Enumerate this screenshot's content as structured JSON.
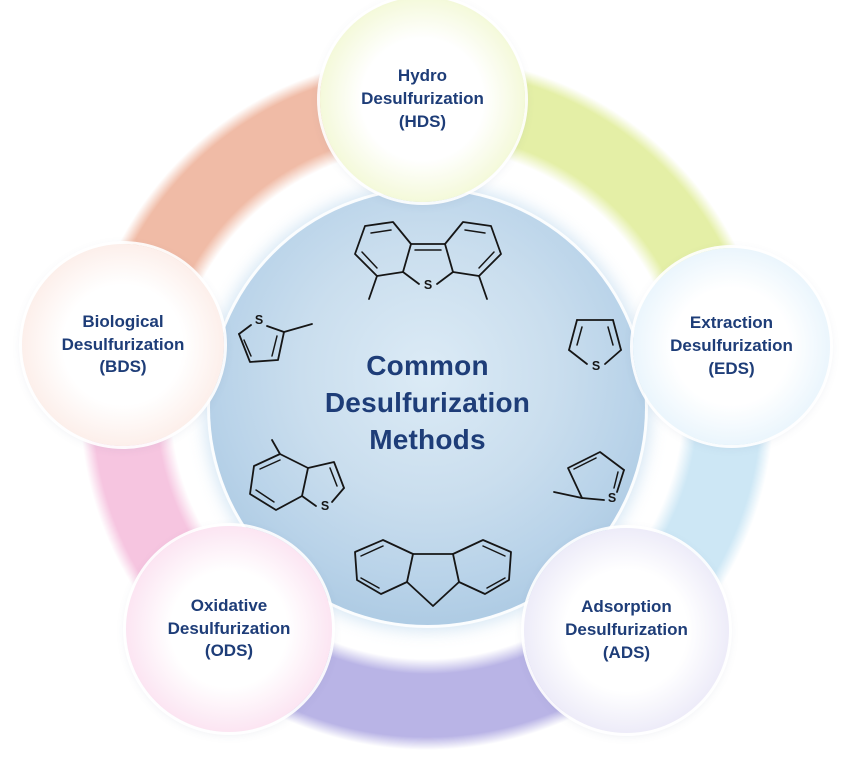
{
  "center": {
    "title": "Common\nDesulfurization\nMethods"
  },
  "methods": [
    {
      "id": "hds",
      "label": "Hydro\nDesulfurization\n(HDS)"
    },
    {
      "id": "eds",
      "label": "Extraction\nDesulfurization\n(EDS)"
    },
    {
      "id": "ads",
      "label": "Adsorption\nDesulfurization\n(ADS)"
    },
    {
      "id": "ods",
      "label": "Oxidative\nDesulfurization\n(ODS)"
    },
    {
      "id": "bds",
      "label": "Biological\nDesulfurization\n(BDS)"
    }
  ],
  "molecules": {
    "sulfur_label": "S",
    "items": [
      "dimethyl-dibenzothiophene",
      "methylthiophene",
      "thiophene",
      "benzothiophene",
      "methylthiophene",
      "dibenzothiophene"
    ]
  },
  "colors": {
    "text-navy": "#1e3d78",
    "ring-salmon": "#f0bba6",
    "ring-green": "#e4efa6",
    "ring-blue": "#cde7f5",
    "ring-purple": "#b9b4e6",
    "ring-pink": "#f6c5e0",
    "hds-fill": "#e9f3b4",
    "eds-fill": "#d6ecfa",
    "ads-fill": "#dbd8f2",
    "ods-fill": "#f8cce6",
    "bds-fill": "#fadfd6",
    "center-fill": "#b9d3e9"
  }
}
